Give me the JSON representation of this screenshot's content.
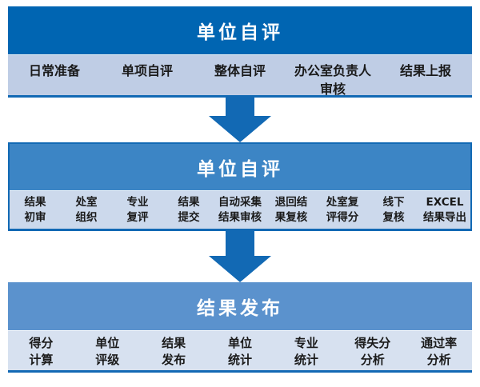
{
  "diagram": {
    "colors": {
      "border": "#1269b4",
      "arrow": "#1269b4",
      "header_text": "#ffffff",
      "step_text": "#1a1a1a",
      "section1_header_bg": "#0065b2",
      "section1_row_bg": "#bfcde5",
      "section2_header_bg": "#3c85c5",
      "section2_row_bg": "#ccd9ec",
      "section3_header_bg": "#5b92cd",
      "section3_row_bg": "#d7e1f0"
    },
    "sections": [
      {
        "title": "单位自评",
        "steps": [
          [
            "日常准备"
          ],
          [
            "单项自评"
          ],
          [
            "整体自评"
          ],
          [
            "办公室负责人",
            "审核"
          ],
          [
            "结果上报"
          ]
        ]
      },
      {
        "title": "单位自评",
        "steps": [
          [
            "结果",
            "初审"
          ],
          [
            "处室",
            "组织"
          ],
          [
            "专业",
            "复评"
          ],
          [
            "结果",
            "提交"
          ],
          [
            "自动采集",
            "结果审核"
          ],
          [
            "退回结",
            "果复核"
          ],
          [
            "处室复",
            "评得分"
          ],
          [
            "线下",
            "复核"
          ],
          [
            "EXCEL",
            "结果导出"
          ]
        ]
      },
      {
        "title": "结果发布",
        "steps": [
          [
            "得分",
            "计算"
          ],
          [
            "单位",
            "评级"
          ],
          [
            "结果",
            "发布"
          ],
          [
            "单位",
            "统计"
          ],
          [
            "专业",
            "统计"
          ],
          [
            "得失分",
            "分析"
          ],
          [
            "通过率",
            "分析"
          ]
        ]
      }
    ]
  }
}
